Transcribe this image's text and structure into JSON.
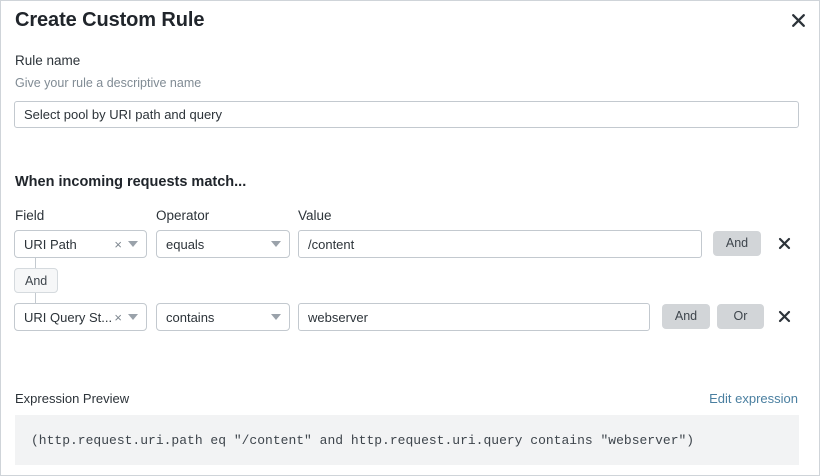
{
  "modal": {
    "title": "Create Custom Rule",
    "close_icon": "close-icon"
  },
  "rule_name": {
    "label": "Rule name",
    "sublabel": "Give your rule a descriptive name",
    "value": "Select pool by URI path and query",
    "placeholder": "Select pool by URI path and query"
  },
  "conditions_section": {
    "heading": "When incoming requests match...",
    "columns": {
      "field": "Field",
      "operator": "Operator",
      "value": "Value"
    },
    "connector": {
      "label": "And"
    },
    "rows": [
      {
        "field": "URI Path",
        "field_clear_icon": "clear-icon",
        "field_caret_icon": "chevron-down-icon",
        "operator": "equals",
        "operator_caret_icon": "chevron-down-icon",
        "value": "/content",
        "value_placeholder": "Value",
        "and_label": "And",
        "delete_icon": "close-icon"
      },
      {
        "field": "URI Query St...",
        "field_clear_icon": "clear-icon",
        "field_caret_icon": "chevron-down-icon",
        "operator": "contains",
        "operator_caret_icon": "chevron-down-icon",
        "value": "webserver",
        "value_placeholder": "Value",
        "and_label": "And",
        "or_label": "Or",
        "delete_icon": "close-icon"
      }
    ]
  },
  "expression_preview": {
    "label": "Expression Preview",
    "edit_link": "Edit expression",
    "expression": "(http.request.uri.path eq \"/content\" and http.request.uri.query contains \"webserver\")"
  },
  "colors": {
    "link": "#4a7fa0",
    "button_gray": "#d2d5d8",
    "border": "#c3c9cf",
    "preview_bg": "#f2f3f4",
    "text": "#2c3339",
    "muted_text": "#808b94"
  }
}
